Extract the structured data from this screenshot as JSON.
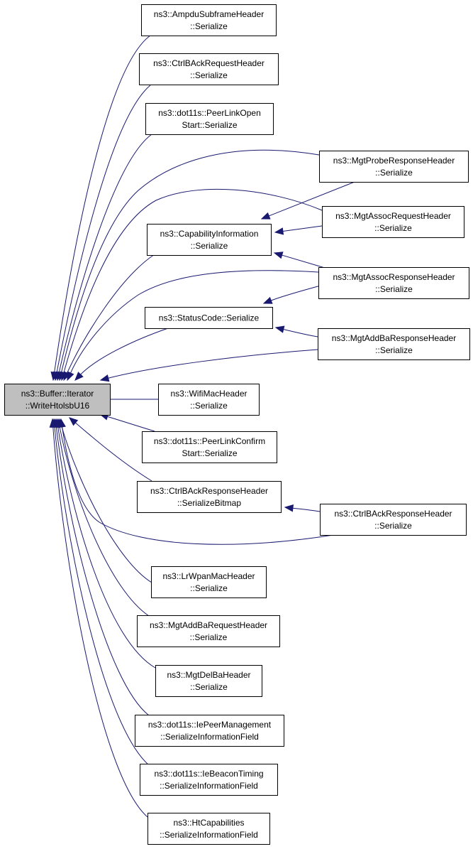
{
  "diagram": {
    "focus_node": {
      "id": "buffer_iter",
      "lines": [
        "ns3::Buffer::Iterator",
        "::WriteHtolsbU16"
      ]
    },
    "nodes": [
      {
        "id": "ampdu",
        "lines": [
          "ns3::AmpduSubframeHeader",
          "::Serialize"
        ]
      },
      {
        "id": "ctrlbar",
        "lines": [
          "ns3::CtrlBAckRequestHeader",
          "::Serialize"
        ]
      },
      {
        "id": "plopen",
        "lines": [
          "ns3::dot11s::PeerLinkOpen",
          "Start::Serialize"
        ]
      },
      {
        "id": "probe",
        "lines": [
          "ns3::MgtProbeResponseHeader",
          "::Serialize"
        ]
      },
      {
        "id": "assocreq",
        "lines": [
          "ns3::MgtAssocRequestHeader",
          "::Serialize"
        ]
      },
      {
        "id": "capinfo",
        "lines": [
          "ns3::CapabilityInformation",
          "::Serialize"
        ]
      },
      {
        "id": "assocresp",
        "lines": [
          "ns3::MgtAssocResponseHeader",
          "::Serialize"
        ]
      },
      {
        "id": "status",
        "lines": [
          "ns3::StatusCode::Serialize"
        ]
      },
      {
        "id": "addbaresp",
        "lines": [
          "ns3::MgtAddBaResponseHeader",
          "::Serialize"
        ]
      },
      {
        "id": "wifimac",
        "lines": [
          "ns3::WifiMacHeader",
          "::Serialize"
        ]
      },
      {
        "id": "plconfirm",
        "lines": [
          "ns3::dot11s::PeerLinkConfirm",
          "Start::Serialize"
        ]
      },
      {
        "id": "ctrlbaresp_bm",
        "lines": [
          "ns3::CtrlBAckResponseHeader",
          "::SerializeBitmap"
        ]
      },
      {
        "id": "ctrlbaresp",
        "lines": [
          "ns3::CtrlBAckResponseHeader",
          "::Serialize"
        ]
      },
      {
        "id": "lrwpan",
        "lines": [
          "ns3::LrWpanMacHeader",
          "::Serialize"
        ]
      },
      {
        "id": "addbareq",
        "lines": [
          "ns3::MgtAddBaRequestHeader",
          "::Serialize"
        ]
      },
      {
        "id": "delba",
        "lines": [
          "ns3::MgtDelBaHeader",
          "::Serialize"
        ]
      },
      {
        "id": "iepeer",
        "lines": [
          "ns3::dot11s::IePeerManagement",
          "::SerializeInformationField"
        ]
      },
      {
        "id": "iebeacon",
        "lines": [
          "ns3::dot11s::IeBeaconTiming",
          "::SerializeInformationField"
        ]
      },
      {
        "id": "htcap",
        "lines": [
          "ns3::HtCapabilities",
          "::SerializeInformationField"
        ]
      }
    ],
    "edges": [
      {
        "from": "ampdu",
        "to": "buffer_iter"
      },
      {
        "from": "ctrlbar",
        "to": "buffer_iter"
      },
      {
        "from": "plopen",
        "to": "buffer_iter"
      },
      {
        "from": "probe",
        "to": "buffer_iter"
      },
      {
        "from": "assocreq",
        "to": "buffer_iter"
      },
      {
        "from": "capinfo",
        "to": "buffer_iter"
      },
      {
        "from": "assocresp",
        "to": "buffer_iter"
      },
      {
        "from": "status",
        "to": "buffer_iter"
      },
      {
        "from": "addbaresp",
        "to": "buffer_iter"
      },
      {
        "from": "wifimac",
        "to": "buffer_iter"
      },
      {
        "from": "plconfirm",
        "to": "buffer_iter"
      },
      {
        "from": "ctrlbaresp_bm",
        "to": "buffer_iter"
      },
      {
        "from": "ctrlbaresp",
        "to": "buffer_iter"
      },
      {
        "from": "lrwpan",
        "to": "buffer_iter"
      },
      {
        "from": "addbareq",
        "to": "buffer_iter"
      },
      {
        "from": "delba",
        "to": "buffer_iter"
      },
      {
        "from": "iepeer",
        "to": "buffer_iter"
      },
      {
        "from": "iebeacon",
        "to": "buffer_iter"
      },
      {
        "from": "htcap",
        "to": "buffer_iter"
      },
      {
        "from": "probe",
        "to": "capinfo"
      },
      {
        "from": "assocreq",
        "to": "capinfo"
      },
      {
        "from": "assocresp",
        "to": "capinfo"
      },
      {
        "from": "assocresp",
        "to": "status"
      },
      {
        "from": "addbaresp",
        "to": "status"
      },
      {
        "from": "ctrlbaresp",
        "to": "ctrlbaresp_bm"
      }
    ],
    "colors": {
      "edge": "#191970",
      "focus_fill": "#bfbfbf",
      "node_fill": "#ffffff",
      "node_stroke": "#000000"
    }
  }
}
